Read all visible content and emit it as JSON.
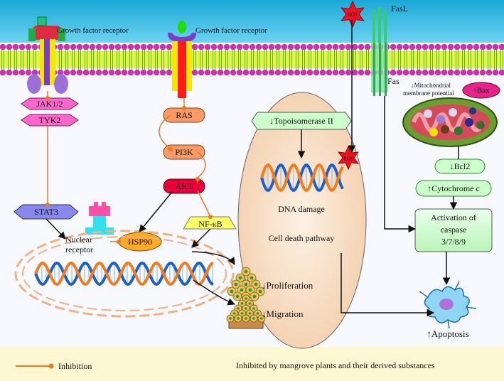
{
  "membrane": {
    "receptor_left_label": "Growth factor receptor",
    "receptor_right_label": "Growth factor receptor",
    "fasl_label": "FasL",
    "fas_label": "Fas",
    "ros_top_label": "ROS"
  },
  "jak_stat_pathway": {
    "jak": "JAK1/2",
    "tyk": "TYK2",
    "stat": "STAT3"
  },
  "pi3k_pathway": {
    "ras": "RAS",
    "pi3k": "PI3K",
    "akt": "AKT",
    "nfkb": "NF-κB",
    "hsp90": "HSP90"
  },
  "nucleus": {
    "nuclear_receptor_label_line1": "Nuclear",
    "nuclear_receptor_label_line2": "receptor"
  },
  "outcomes": {
    "proliferation": "↓Proliferation",
    "migration": "↓Migration",
    "apoptosis": "↑Apoptosis"
  },
  "cell_death_circle": {
    "topoisomerase": "↓Topoisomerase II",
    "ros_inner": "ROS",
    "dna_damage": "DNA damage",
    "title": "Cell death pathway"
  },
  "mitochondria": {
    "membrane_potential_line1": "↓Mitochondrial",
    "membrane_potential_line2": "membrane potential",
    "bax": "↑Bax",
    "bcl2": "↓Bcl2",
    "cytochrome": "↑Cytochrome c",
    "caspase_line1": "Activation of",
    "caspase_line2": "caspase",
    "caspase_line3": "3/7/8/9"
  },
  "legend": {
    "inhibition": "Inhibition",
    "note": "Inhibited by mangrove plants and their derived substances"
  },
  "colors": {
    "sky": "#1aa8d8",
    "membrane_head": "#cc2fb0",
    "membrane_tail": "#e8f040",
    "receptor_yellow": "#f5e600",
    "receptor_purple": "#9c6fd6",
    "jak_fill": "#ff66cc",
    "ras_fill": "#f79a66",
    "akt_fill": "#e8003a",
    "nfkb_fill": "#ffff66",
    "hsp90_fill": "#ffaa22",
    "stat_fill": "#8888ee",
    "green_box": "#ccffcc",
    "circle_fill": "#f7dcc2",
    "legend_bg": "#fdf8d2",
    "inhibit_line": "#ee7722"
  }
}
